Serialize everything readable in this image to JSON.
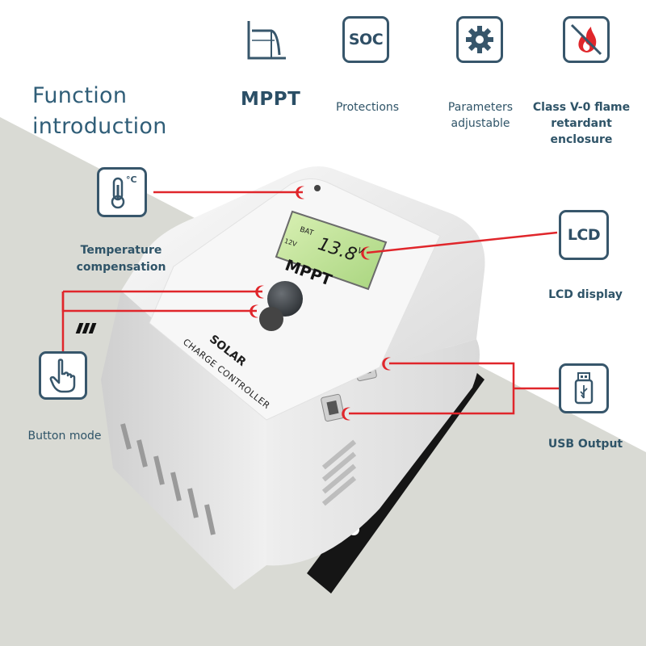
{
  "title": {
    "line1": "Function",
    "line2": "introduction"
  },
  "features": [
    {
      "icon": "mppt-curve-icon",
      "label": "MPPT"
    },
    {
      "icon": "soc-icon",
      "icon_text": "SOC",
      "label": "Protections"
    },
    {
      "icon": "gear-icon",
      "label": "Parameters adjustable"
    },
    {
      "icon": "no-fire-icon",
      "label": "Class V-0 flame retardant enclosure"
    }
  ],
  "callouts": {
    "temperature": {
      "icon": "thermometer-icon",
      "icon_text": "°C",
      "label": "Temperature compensation"
    },
    "button": {
      "icon": "pointing-finger-icon",
      "label": "Button mode"
    },
    "lcd": {
      "icon": "lcd-icon",
      "icon_text": "LCD",
      "label": "LCD display"
    },
    "usb": {
      "icon": "usb-drive-icon",
      "label": "USB Output"
    }
  },
  "device": {
    "brand_line1": "SOLAR",
    "brand_line2": "CHARGE CONTROLLER",
    "panel_label": "MPPT",
    "lcd_reading": "13.8",
    "lcd_unit": "V",
    "lcd_bat": "BAT",
    "lcd_sys": "12V"
  },
  "colors": {
    "accent_red": "#e0262b",
    "icon_stroke": "#37566b",
    "text": "#2f5468",
    "background_gray": "#d9dad4"
  }
}
